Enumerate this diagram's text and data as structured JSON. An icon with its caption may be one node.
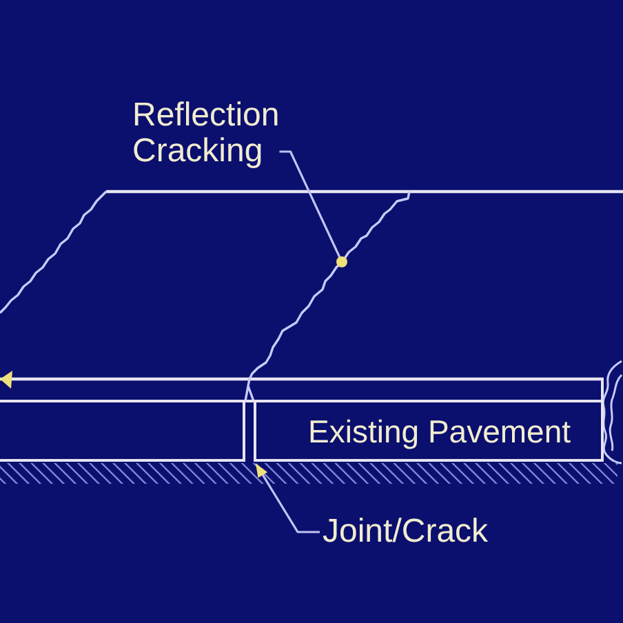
{
  "diagram": {
    "nodes": [
      {
        "text": [
          "Reflection Cracking"
        ]
      },
      {
        "text": [],
        "shape": "line"
      },
      {
        "text": [
          "Existing Pavement"
        ]
      },
      {
        "text": [],
        "shape": "box",
        "in": 2
      },
      {
        "text": [
          "Joint/Crack"
        ]
      }
    ],
    "edges": [
      {
        "from": 0,
        "to": 1,
        "arrow": "other"
      },
      {
        "from": 4,
        "to": 3,
        "arrow": "to"
      }
    ]
  }
}
